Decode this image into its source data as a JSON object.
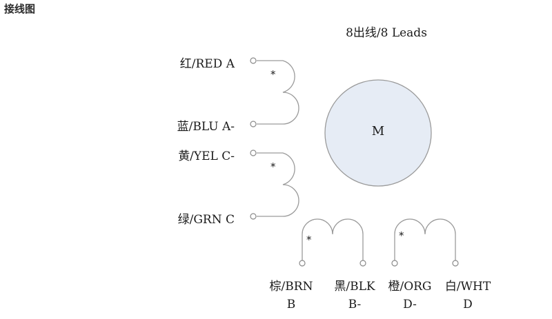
{
  "page": {
    "heading": "接线图"
  },
  "diagram": {
    "title": "8出线/8 Leads",
    "motor_label": "M",
    "motor_color": "#e6ecf5",
    "wire_color": "#9a9a9a",
    "polarity_mark": "*",
    "left_leads": [
      {
        "label": "红/RED  A"
      },
      {
        "label": "蓝/BLU  A-"
      },
      {
        "label": "黄/YEL  C-"
      },
      {
        "label": "绿/GRN  C"
      }
    ],
    "bottom_leads": [
      {
        "label": "棕/BRN",
        "terminal": "B"
      },
      {
        "label": "黑/BLK",
        "terminal": "B-"
      },
      {
        "label": "橙/ORG",
        "terminal": "D-"
      },
      {
        "label": "白/WHT",
        "terminal": "D"
      }
    ]
  }
}
